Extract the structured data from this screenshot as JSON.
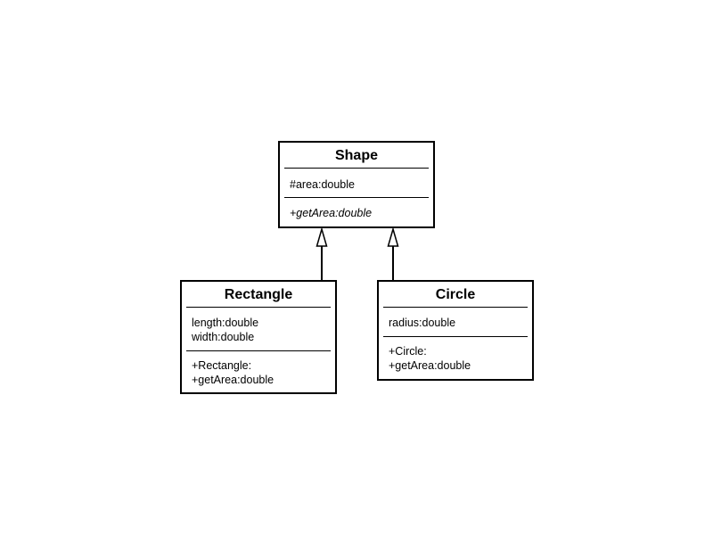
{
  "classes": {
    "shape": {
      "name": "Shape",
      "attributes": [
        "#area:double"
      ],
      "operations": [
        "+getArea:double"
      ]
    },
    "rectangle": {
      "name": "Rectangle",
      "attributes": [
        "length:double",
        "width:double"
      ],
      "operations": [
        "+Rectangle:",
        "+getArea:double"
      ]
    },
    "circle": {
      "name": "Circle",
      "attributes": [
        "radius:double"
      ],
      "operations": [
        "+Circle:",
        "+getArea:double"
      ]
    }
  },
  "relations": [
    {
      "type": "generalization",
      "from": "rectangle",
      "to": "shape"
    },
    {
      "type": "generalization",
      "from": "circle",
      "to": "shape"
    }
  ],
  "colors": {
    "stroke": "#000000",
    "background": "#ffffff"
  }
}
